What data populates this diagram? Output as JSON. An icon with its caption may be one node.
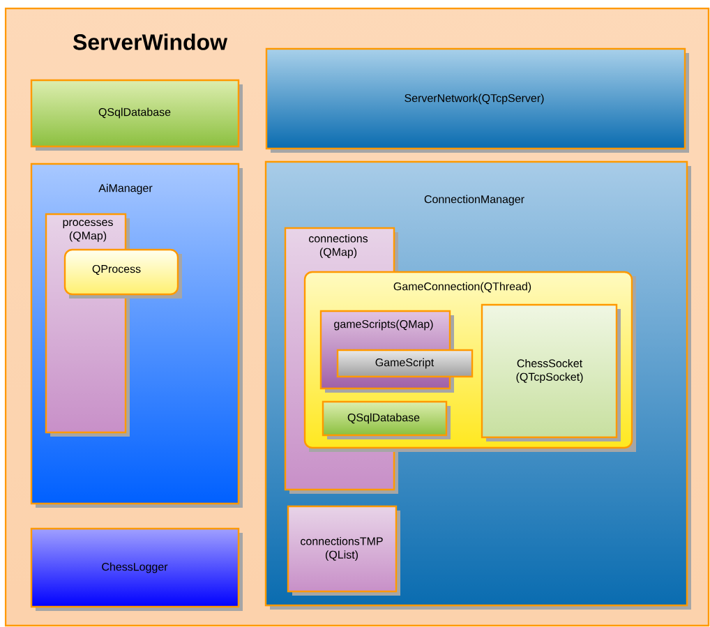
{
  "diagram": {
    "nodes": [
      {
        "text": [
          "ServerWindow"
        ]
      },
      {
        "text": [
          "QSqlDatabase"
        ],
        "in": 0
      },
      {
        "text": [
          "ServerNetwork(QTcpServer)"
        ],
        "in": 0
      },
      {
        "text": [
          "AiManager"
        ],
        "in": 0
      },
      {
        "text": [
          "processes (QMap)"
        ],
        "in": 3
      },
      {
        "text": [
          "QProcess"
        ],
        "in": 3
      },
      {
        "text": [
          "ConnectionManager"
        ],
        "in": 0
      },
      {
        "text": [
          "connections (QMap)"
        ],
        "in": 6
      },
      {
        "text": [
          "GameConnection(QThread)"
        ],
        "in": 6
      },
      {
        "text": [
          "gameScripts(QMap)"
        ],
        "in": 8
      },
      {
        "text": [
          "GameScript"
        ],
        "in": 8
      },
      {
        "text": [
          "QSqlDatabase"
        ],
        "in": 8
      },
      {
        "text": [
          "ChessSocket (QTcpSocket)"
        ],
        "in": 8
      },
      {
        "text": [
          "connectionsTMP (QList)"
        ],
        "in": 6
      },
      {
        "text": [
          "ChessLogger"
        ],
        "in": 0
      }
    ]
  }
}
